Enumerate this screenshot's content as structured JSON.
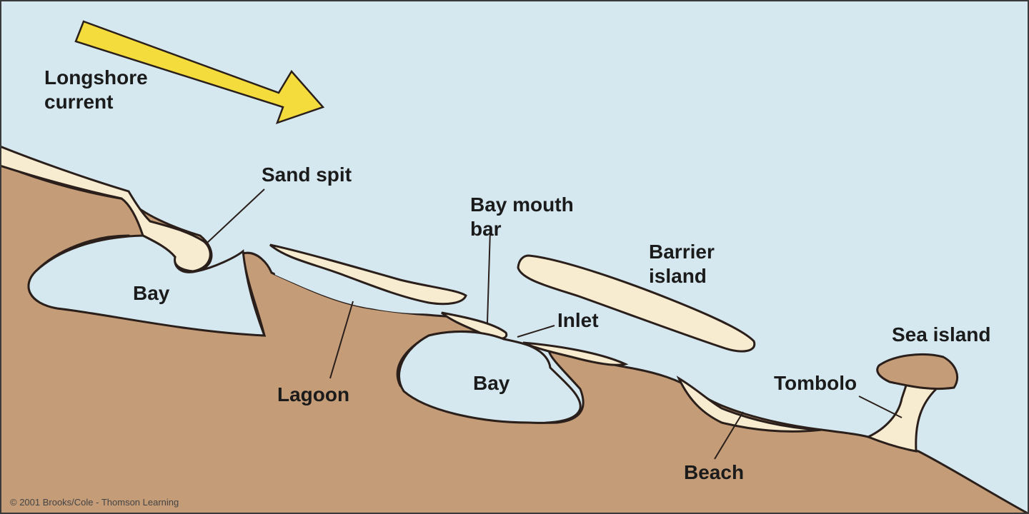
{
  "colors": {
    "water": "#d5e8f0",
    "land": "#c49c78",
    "sand": "#f7ecd0",
    "outline": "#2a1f1a",
    "arrow": "#f4dc3c",
    "frame": "#3a3a3a"
  },
  "labels": {
    "longshore_line1": "Longshore",
    "longshore_line2": "current",
    "sand_spit": "Sand spit",
    "bay_left": "Bay",
    "lagoon": "Lagoon",
    "bay_mouth_line1": "Bay mouth",
    "bay_mouth_line2": "bar",
    "inlet": "Inlet",
    "bay_center": "Bay",
    "barrier_line1": "Barrier",
    "barrier_line2": "island",
    "sea_island": "Sea island",
    "tombolo": "Tombolo",
    "beach": "Beach"
  },
  "credit": "© 2001 Brooks/Cole - Thomson Learning"
}
